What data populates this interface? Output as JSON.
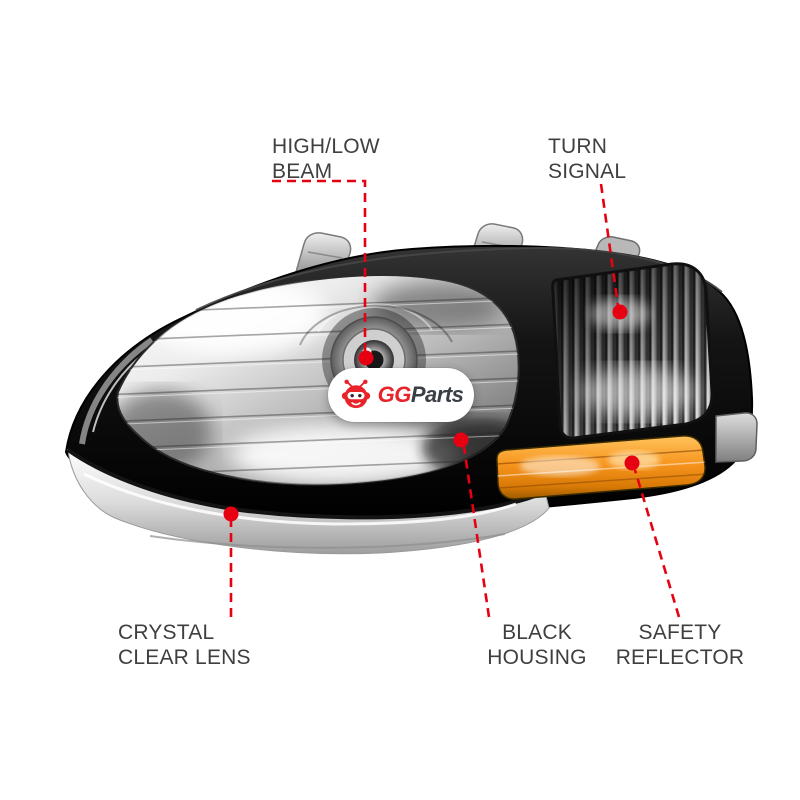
{
  "callouts": {
    "high_low_beam": {
      "line1": "HIGH/LOW",
      "line2": "BEAM"
    },
    "turn_signal": {
      "line1": "TURN",
      "line2": "SIGNAL"
    },
    "crystal_clear_lens": {
      "line1": "CRYSTAL",
      "line2": "CLEAR LENS"
    },
    "black_housing": {
      "line1": "BLACK",
      "line2": "HOUSING"
    },
    "safety_reflector": {
      "line1": "SAFETY",
      "line2": "REFLECTOR"
    }
  },
  "watermark": {
    "brand_primary": "GG",
    "brand_secondary": "Parts",
    "icon": "bug-mascot-icon"
  },
  "colors": {
    "callout_red": "#e60012",
    "label_text": "#3f3f3f",
    "amber_reflector": "#f7941d",
    "housing_black": "#0a0a0a",
    "logo_red": "#e8232a",
    "logo_dark": "#3a3f46",
    "background": "#ffffff"
  }
}
